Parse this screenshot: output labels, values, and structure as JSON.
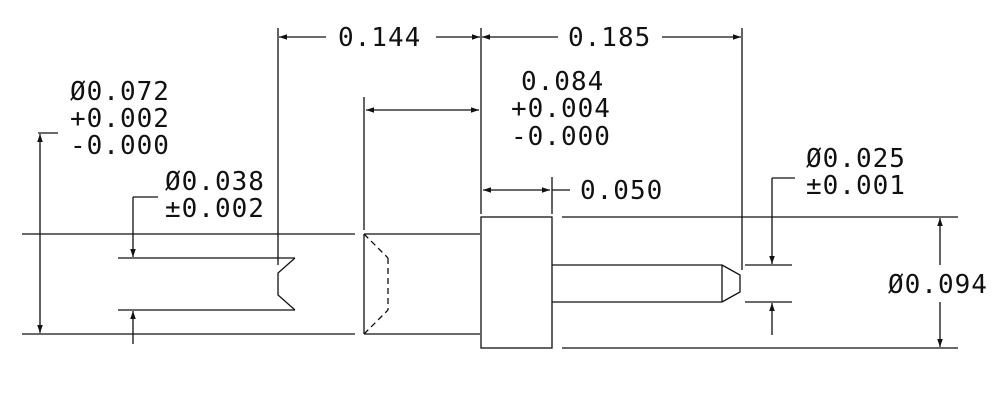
{
  "dimensions": {
    "length_0_144": "0.144",
    "length_0_185": "0.185",
    "depth": [
      "0.084",
      "+0.004",
      "-0.000"
    ],
    "outer_dia": [
      "Ø0.072",
      "+0.002",
      "-0.000"
    ],
    "inner_dia": [
      "Ø0.038",
      "±0.002"
    ],
    "collar_width": "0.050",
    "pin_dia": [
      "Ø0.025",
      "±0.001"
    ],
    "collar_dia": "Ø0.094"
  }
}
